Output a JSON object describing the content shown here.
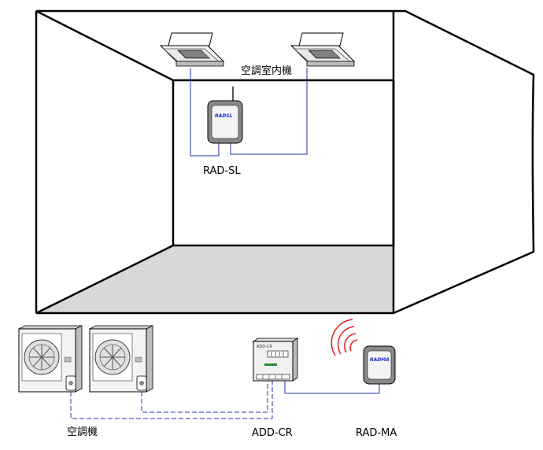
{
  "labels": {
    "indoor_units": "空調室内機",
    "rad_sl": "RAD-SL",
    "outdoor_units": "空調機",
    "add_cr": "ADD-CR",
    "rad_ma": "RAD-MA"
  },
  "device_text": {
    "rad_sl_brand": "RADSL",
    "rad_ma_brand": "RADMA",
    "add_cr_plate": "ADD-CR"
  },
  "colors": {
    "wiring": "#2233aa",
    "signal_waves": "#dd2222",
    "floor": "#d8d8d8",
    "outline": "#000000"
  },
  "icons": {
    "indoor_unit": "ceiling-cassette-icon",
    "outdoor_unit": "outdoor-unit-icon",
    "wireless_signal": "wireless-waves-icon",
    "antenna": "antenna-icon"
  }
}
